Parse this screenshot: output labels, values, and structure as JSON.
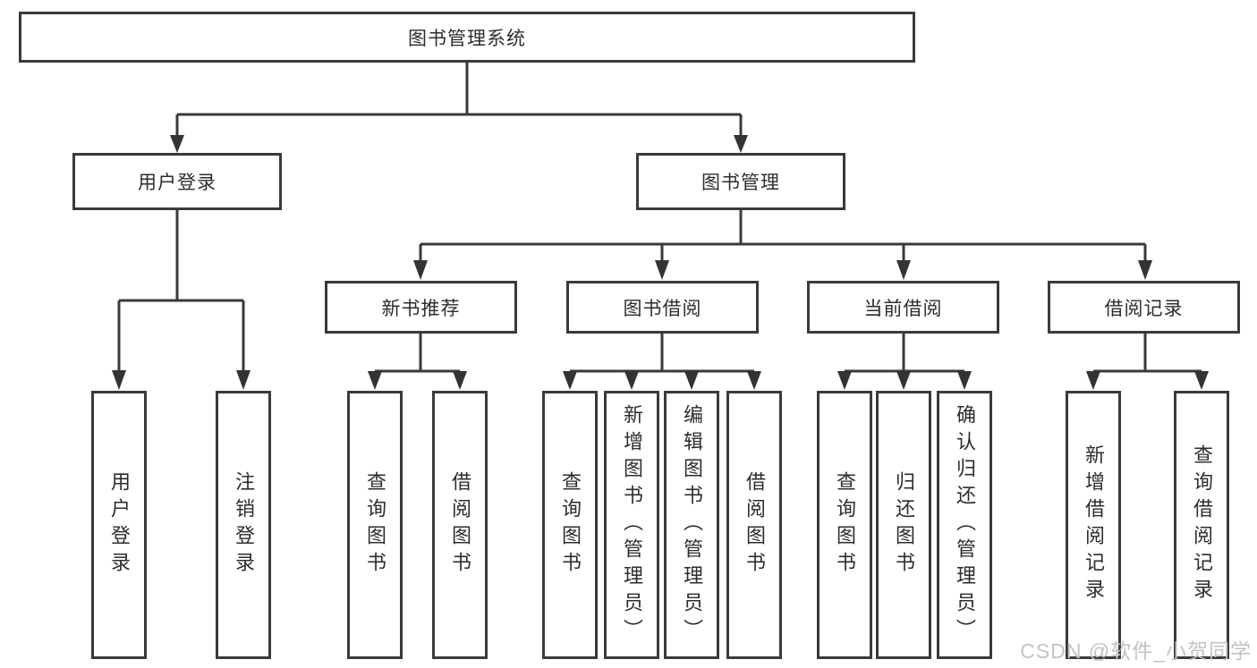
{
  "tree": {
    "label": "图书管理系统",
    "children": [
      {
        "label": "用户登录",
        "children": [
          {
            "label": "用户登录"
          },
          {
            "label": "注销登录"
          }
        ]
      },
      {
        "label": "图书管理",
        "children": [
          {
            "label": "新书推荐",
            "children": [
              {
                "label": "查询图书"
              },
              {
                "label": "借阅图书"
              }
            ]
          },
          {
            "label": "图书借阅",
            "children": [
              {
                "label": "查询图书"
              },
              {
                "label": "新增图书（管理员）"
              },
              {
                "label": "编辑图书（管理员）"
              },
              {
                "label": "借阅图书"
              }
            ]
          },
          {
            "label": "当前借阅",
            "children": [
              {
                "label": "查询图书"
              },
              {
                "label": "归还图书"
              },
              {
                "label": "确认归还（管理员）"
              }
            ]
          },
          {
            "label": "借阅记录",
            "children": [
              {
                "label": "新增借阅记录"
              },
              {
                "label": "查询借阅记录"
              }
            ]
          }
        ]
      }
    ]
  },
  "watermark": {
    "text": "CSDN @软件_小贺同学"
  },
  "colors": {
    "line": "#3a3a3a",
    "box_border": "#3a3a3a",
    "text": "#2d2d2d",
    "watermark": "#c3c3c3",
    "background": "#ffffff"
  }
}
